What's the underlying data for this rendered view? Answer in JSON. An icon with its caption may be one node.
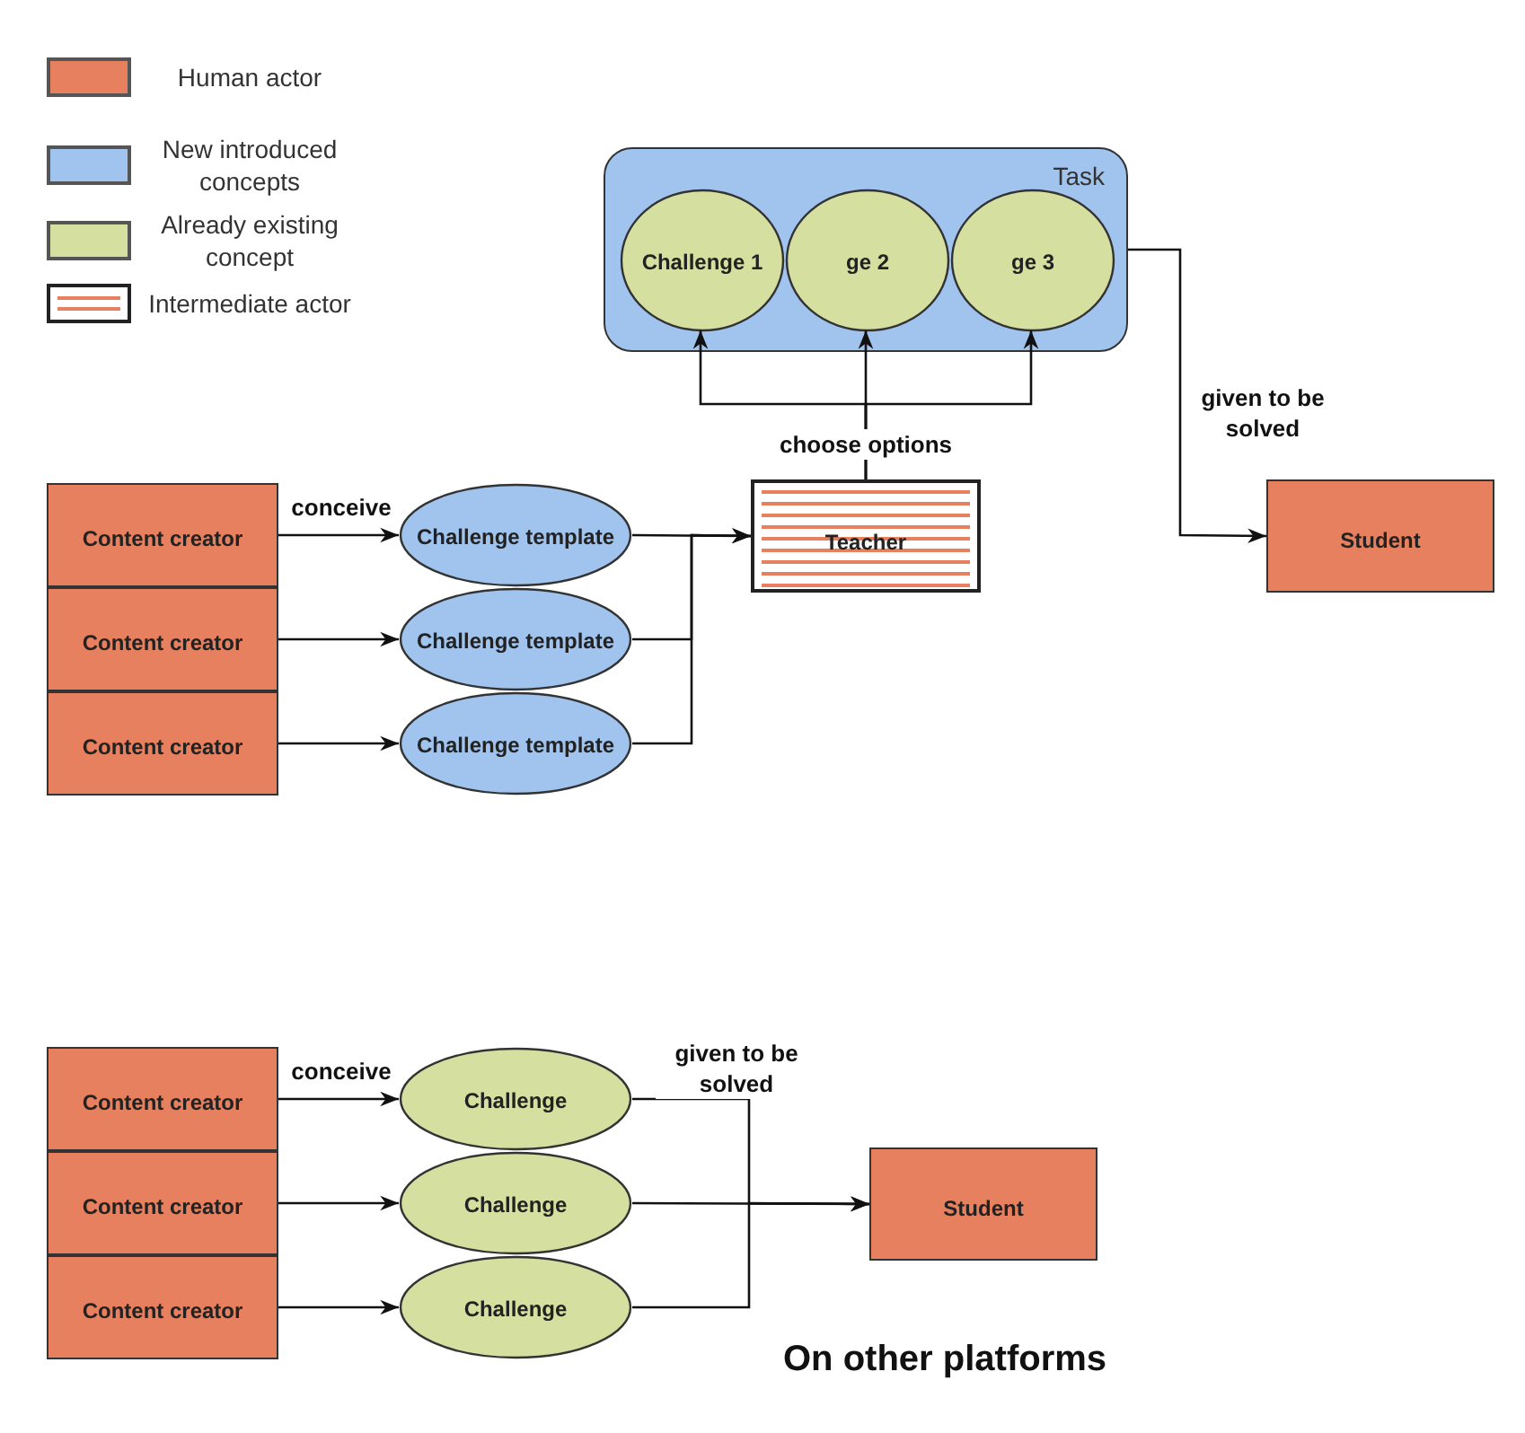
{
  "diagram": {
    "nodes": [
      {
        "text": [
          "Task"
        ]
      },
      {
        "text": [
          "Challenge 1"
        ],
        "in": 0
      },
      {
        "text": [
          "ge 2"
        ],
        "in": 0
      },
      {
        "text": [
          "ge 3"
        ],
        "in": 0
      },
      {
        "text": [
          "Content creator"
        ]
      },
      {
        "text": [
          "Content creator"
        ]
      },
      {
        "text": [
          "Content creator"
        ]
      },
      {
        "text": [
          "Challenge template"
        ]
      },
      {
        "text": [
          "Challenge template"
        ]
      },
      {
        "text": [
          "Challenge template"
        ]
      },
      {
        "text": [
          "Teacher"
        ]
      },
      {
        "text": [
          "Student"
        ]
      },
      {
        "text": [
          "Content creator"
        ]
      },
      {
        "text": [
          "Content creator"
        ]
      },
      {
        "text": [
          "Content creator"
        ]
      },
      {
        "text": [
          "Challenge"
        ]
      },
      {
        "text": [
          "Challenge"
        ]
      },
      {
        "text": [
          "Challenge"
        ]
      },
      {
        "text": [
          "Student"
        ]
      }
    ],
    "edges": [
      {
        "from": 4,
        "to": 7,
        "arrow": "to",
        "label": "conceive"
      },
      {
        "from": 5,
        "to": 8,
        "arrow": "to"
      },
      {
        "from": 6,
        "to": 9,
        "arrow": "to"
      },
      {
        "from": 7,
        "to": 10,
        "arrow": "to"
      },
      {
        "from": 8,
        "to": 10,
        "arrow": "to"
      },
      {
        "from": 9,
        "to": 10,
        "arrow": "to"
      },
      {
        "from": 10,
        "to": 1,
        "arrow": "to"
      },
      {
        "from": 10,
        "to": 2,
        "arrow": "to",
        "label": "choose options"
      },
      {
        "from": 10,
        "to": 3,
        "arrow": "to"
      },
      {
        "from": 0,
        "to": 11,
        "arrow": "to",
        "label": "given to be solved"
      },
      {
        "from": 12,
        "to": 15,
        "arrow": "to",
        "label": "conceive"
      },
      {
        "from": 13,
        "to": 16,
        "arrow": "to"
      },
      {
        "from": 14,
        "to": 17,
        "arrow": "to"
      },
      {
        "from": 15,
        "to": 18,
        "arrow": "to",
        "label": "given to be solved"
      },
      {
        "from": 16,
        "to": 18,
        "arrow": "to"
      },
      {
        "from": 17,
        "to": 18,
        "arrow": "to"
      }
    ],
    "labels": [
      "On other platforms"
    ],
    "legend": [
      {
        "text": "Human actor",
        "color": "#e6805f"
      },
      {
        "text": "New introduced concepts",
        "color": "#a0c4ee"
      },
      {
        "text": "Already existing concept",
        "color": "#d5dfa0"
      },
      {
        "text": "Intermediate actor"
      }
    ]
  }
}
